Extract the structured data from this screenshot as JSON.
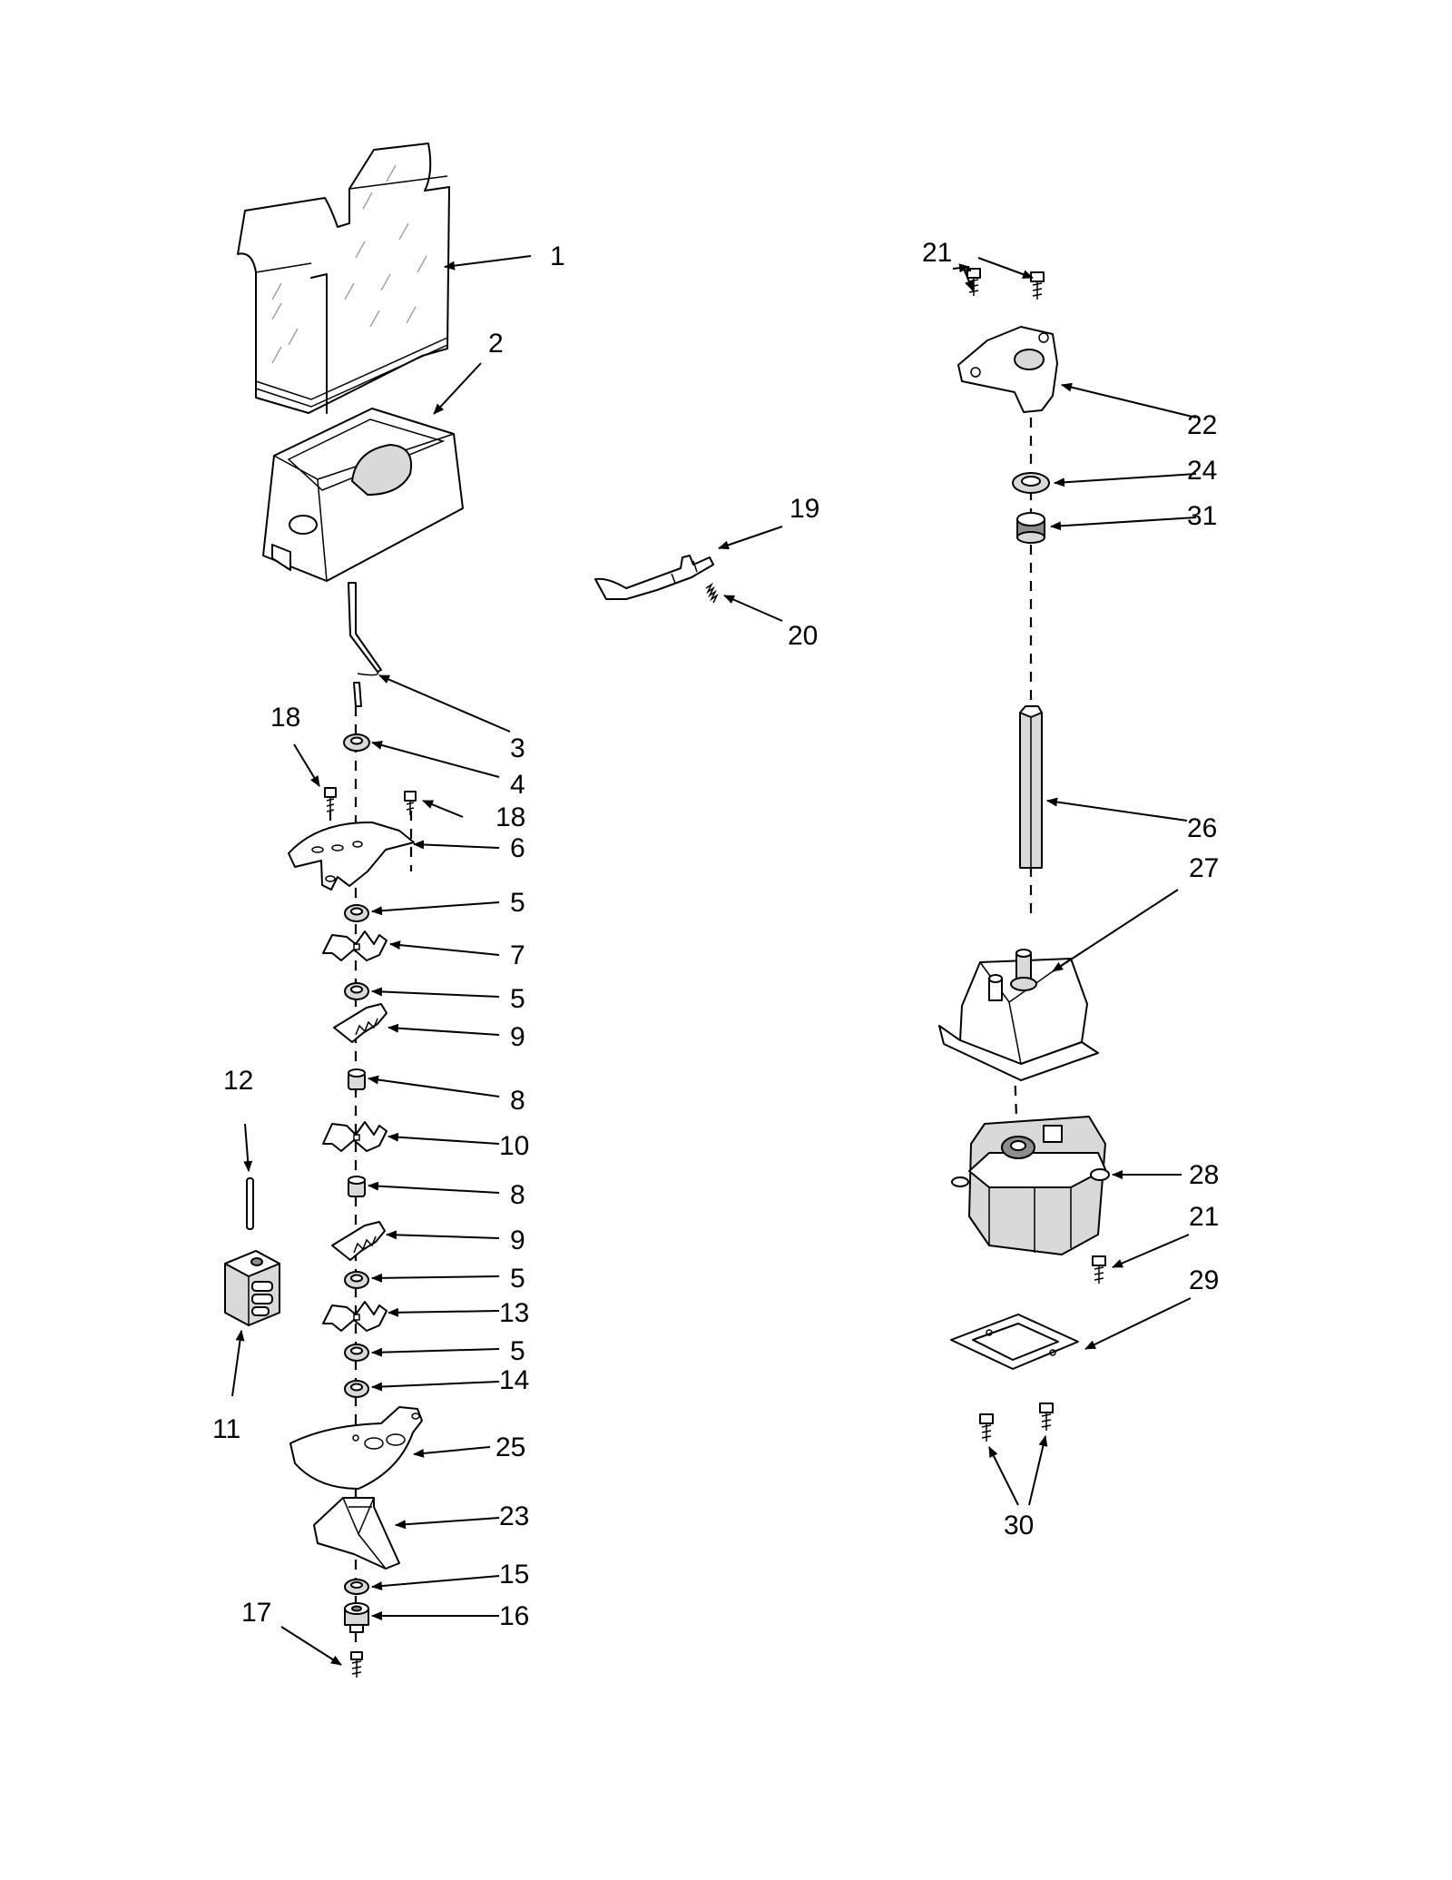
{
  "callouts": {
    "c1": "1",
    "c2": "2",
    "c3": "3",
    "c4": "4",
    "c5a": "5",
    "c5b": "5",
    "c5c": "5",
    "c5d": "5",
    "c6": "6",
    "c7": "7",
    "c8a": "8",
    "c8b": "8",
    "c9a": "9",
    "c9b": "9",
    "c10": "10",
    "c11": "11",
    "c12": "12",
    "c13": "13",
    "c14": "14",
    "c15": "15",
    "c16": "16",
    "c17": "17",
    "c18a": "18",
    "c18b": "18",
    "c19": "19",
    "c20": "20",
    "c21a": "21",
    "c21b": "21",
    "c22": "22",
    "c23": "23",
    "c24": "24",
    "c25": "25",
    "c26": "26",
    "c27": "27",
    "c28": "28",
    "c29": "29",
    "c30": "30",
    "c31": "31"
  }
}
